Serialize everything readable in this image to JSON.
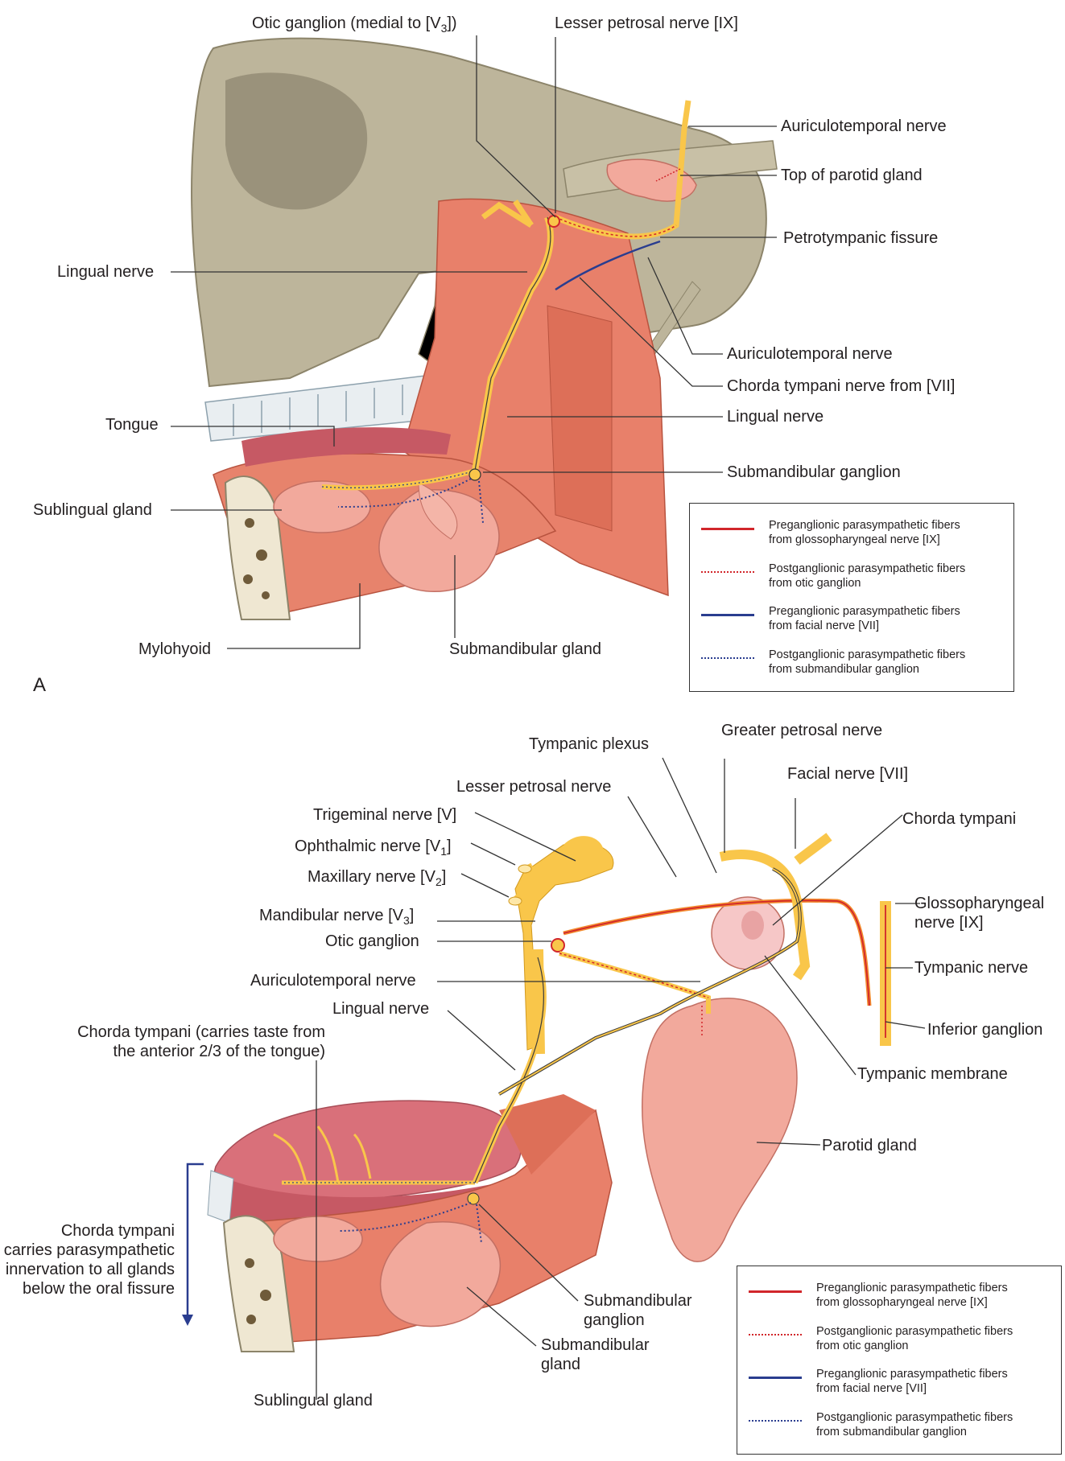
{
  "panel_a": {
    "letter": "A",
    "labels": {
      "otic_ganglion_pre": "Otic ganglion (medial to [V",
      "otic_ganglion_sub": "3",
      "otic_ganglion_post": "])",
      "lesser_petrosal": "Lesser petrosal nerve [IX]",
      "auriculotemporal_top": "Auriculotemporal nerve",
      "top_parotid": "Top of parotid gland",
      "petrotympanic": "Petrotympanic fissure",
      "lingual_left": "Lingual nerve",
      "auriculotemporal_mid": "Auriculotemporal nerve",
      "chorda_tympani": "Chorda tympani nerve from [VII]",
      "lingual_right": "Lingual nerve",
      "tongue": "Tongue",
      "submandibular_ganglion": "Submandibular ganglion",
      "sublingual_gland": "Sublingual gland",
      "mylohyoid": "Mylohyoid",
      "submandibular_gland": "Submandibular gland"
    },
    "legend": [
      {
        "line": "red-solid",
        "text": "Preganglionic parasympathetic fibers\nfrom glossopharyngeal nerve [IX]"
      },
      {
        "line": "red-dotted",
        "text": "Postganglionic parasympathetic fibers\nfrom otic ganglion"
      },
      {
        "line": "blue-solid",
        "text": "Preganglionic parasympathetic fibers\nfrom facial nerve [VII]"
      },
      {
        "line": "blue-dotted",
        "text": "Postganglionic parasympathetic fibers\nfrom submandibular ganglion"
      }
    ]
  },
  "panel_b": {
    "labels": {
      "tympanic_plexus": "Tympanic plexus",
      "greater_petrosal": "Greater petrosal nerve",
      "lesser_petrosal": "Lesser petrosal nerve",
      "facial_nerve": "Facial nerve [VII]",
      "trigeminal": "Trigeminal nerve [V]",
      "chorda_tympani": "Chorda tympani",
      "ophthalmic_pre": "Ophthalmic nerve [V",
      "ophthalmic_sub": "1",
      "ophthalmic_post": "]",
      "maxillary_pre": "Maxillary nerve [V",
      "maxillary_sub": "2",
      "maxillary_post": "]",
      "glossopharyngeal": "Glossopharyngeal\nnerve [IX]",
      "mandibular_pre": "Mandibular nerve [V",
      "mandibular_sub": "3",
      "mandibular_post": "]",
      "otic_ganglion": "Otic ganglion",
      "tympanic_nerve": "Tympanic nerve",
      "auriculotemporal": "Auriculotemporal nerve",
      "lingual": "Lingual nerve",
      "inferior_ganglion": "Inferior ganglion",
      "chorda_taste": "Chorda tympani (carries taste from\nthe anterior 2/3 of the tongue)",
      "tympanic_membrane": "Tympanic membrane",
      "parotid": "Parotid gland",
      "chorda_parasym": "Chorda tympani\ncarries parasympathetic\ninnervation to all glands\nbelow the oral fissure",
      "submandibular_ganglion": "Submandibular\nganglion",
      "submandibular_gland": "Submandibular\ngland",
      "sublingual_gland": "Sublingual gland"
    },
    "legend": [
      {
        "line": "red-solid",
        "text": "Preganglionic parasympathetic fibers\nfrom glossopharyngeal nerve [IX]"
      },
      {
        "line": "red-dotted",
        "text": "Postganglionic parasympathetic fibers\nfrom otic ganglion"
      },
      {
        "line": "blue-solid",
        "text": "Preganglionic parasympathetic fibers\nfrom facial nerve [VII]"
      },
      {
        "line": "blue-dotted",
        "text": "Postganglionic parasympathetic fibers\nfrom submandibular ganglion"
      }
    ]
  },
  "colors": {
    "bone": "#bdb59b",
    "muscle": "#e8806a",
    "gland": "#f2a99c",
    "nerve": "#f9c64a",
    "red_fiber": "#d1262b",
    "blue_fiber": "#2a3d8f",
    "tongue": "#d9707a"
  }
}
